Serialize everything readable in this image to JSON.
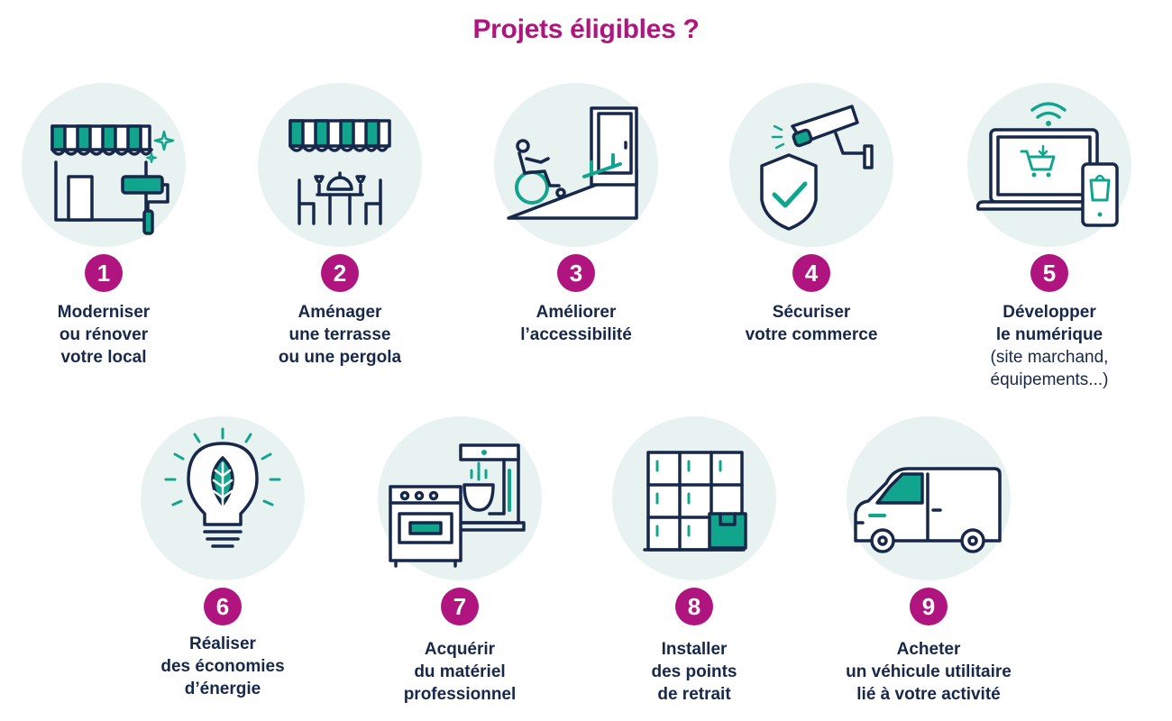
{
  "title": "Projets éligibles ?",
  "colors": {
    "accent": "#b0157f",
    "teal": "#12a58d",
    "navy": "#17284a",
    "circle": "#e8f2f0"
  },
  "items": [
    {
      "number": "1",
      "icon": "shop-renovation-icon",
      "lines": [
        "Moderniser",
        "ou rénover",
        "votre local"
      ]
    },
    {
      "number": "2",
      "icon": "terrace-pergola-icon",
      "lines": [
        "Aménager",
        "une terrasse",
        "ou une pergola"
      ]
    },
    {
      "number": "3",
      "icon": "wheelchair-accessibility-icon",
      "lines": [
        "Améliorer",
        "l’accessibilité"
      ]
    },
    {
      "number": "4",
      "icon": "security-camera-shield-icon",
      "lines": [
        "Sécuriser",
        "votre commerce"
      ]
    },
    {
      "number": "5",
      "icon": "digital-devices-icon",
      "lines": [
        "Développer",
        "le numérique"
      ],
      "sub": [
        "(site marchand,",
        "équipements...)"
      ]
    },
    {
      "number": "6",
      "icon": "eco-lightbulb-icon",
      "lines": [
        "Réaliser",
        "des économies",
        "d’énergie"
      ]
    },
    {
      "number": "7",
      "icon": "professional-equipment-icon",
      "lines": [
        "Acquérir",
        "du matériel",
        "professionnel"
      ]
    },
    {
      "number": "8",
      "icon": "parcel-lockers-icon",
      "lines": [
        "Installer",
        "des points",
        "de retrait"
      ]
    },
    {
      "number": "9",
      "icon": "utility-van-icon",
      "lines": [
        "Acheter",
        "un véhicule utilitaire",
        "lié à votre activité"
      ]
    }
  ]
}
